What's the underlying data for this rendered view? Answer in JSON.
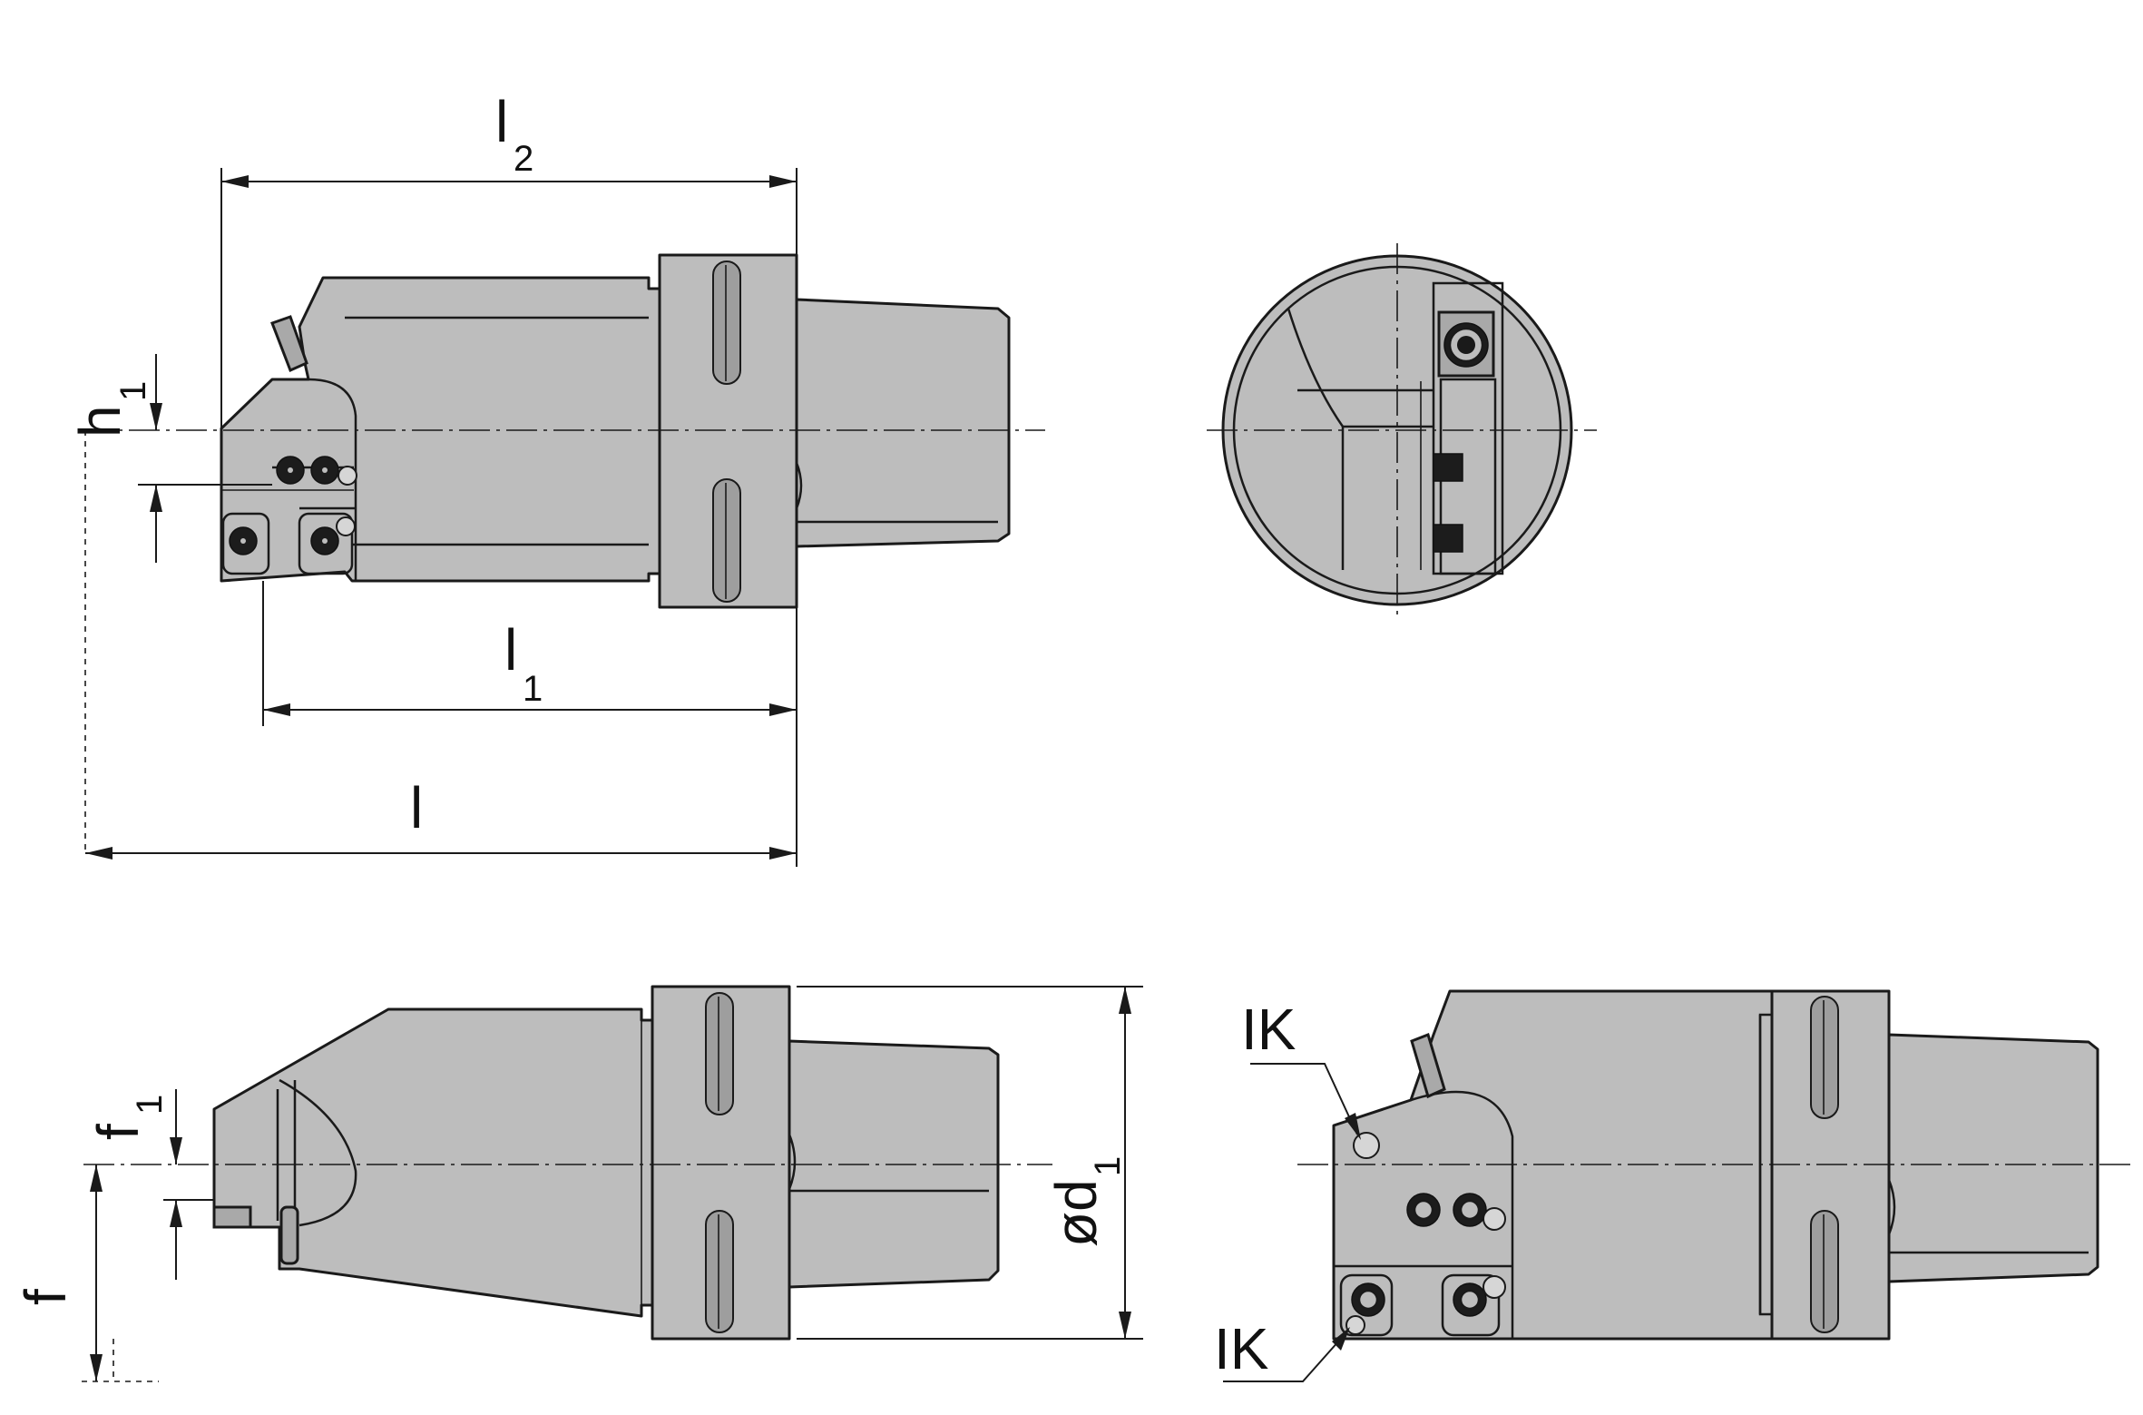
{
  "labels": {
    "l2": {
      "main": "l",
      "sub": "2"
    },
    "h1": {
      "main": "h",
      "sub": "1"
    },
    "l1": {
      "main": "l",
      "sub": "1"
    },
    "l": {
      "main": "l"
    },
    "f1": {
      "main": "f",
      "sub": "1"
    },
    "f": {
      "main": "f"
    },
    "d1": {
      "main": "ød",
      "sub": "1"
    },
    "ik_top": "IK",
    "ik_bottom": "IK"
  }
}
